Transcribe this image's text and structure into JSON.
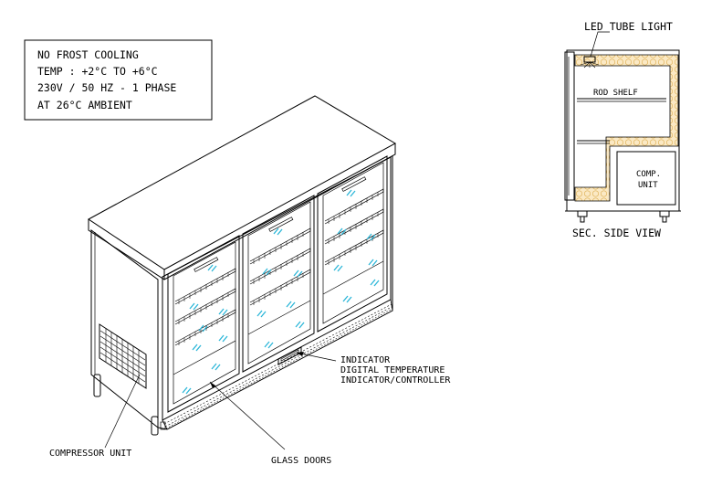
{
  "specs": [
    "NO FROST COOLING",
    "TEMP : +2°C TO +6°C",
    "230V / 50 HZ - 1 PHASE",
    "AT  26°C AMBIENT"
  ],
  "labels": {
    "indicator": "INDICATOR",
    "digital_temp": "DIGITAL TEMPERATURE",
    "controller": "INDICATOR/CONTROLLER",
    "compressor": "COMPRESSOR UNIT",
    "glass_doors": "GLASS DOORS",
    "led": "LED TUBE LIGHT",
    "rod_shelf": "ROD SHELF",
    "comp_line1": "COMP.",
    "comp_line2": "UNIT",
    "section_view": "SEC. SIDE VIEW"
  },
  "colors": {
    "line": "#000000",
    "glass_marks": "#2bb6d8",
    "insulation": "#f3d9a0"
  }
}
